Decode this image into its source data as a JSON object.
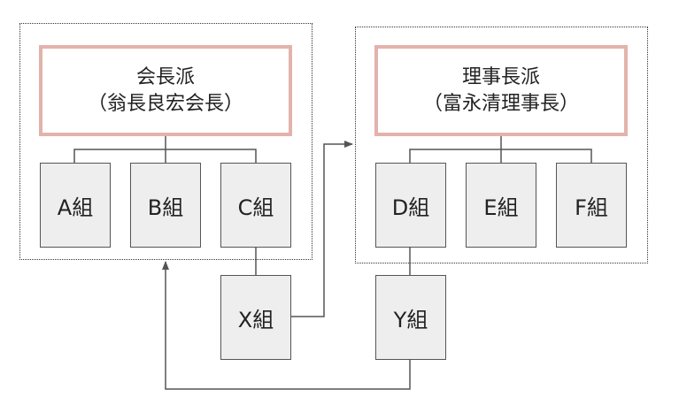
{
  "factions": {
    "left": {
      "title": "会長派",
      "subtitle": "（翁長良宏会長）"
    },
    "right": {
      "title": "理事長派",
      "subtitle": "（富永清理事長）"
    }
  },
  "groups": {
    "a": "A組",
    "b": "B組",
    "c": "C組",
    "d": "D組",
    "e": "E組",
    "f": "F組",
    "x": "X組",
    "y": "Y組"
  },
  "colors": {
    "faction_border": "#e3b3ab",
    "group_fill": "#eeeeee",
    "line": "#555555"
  }
}
